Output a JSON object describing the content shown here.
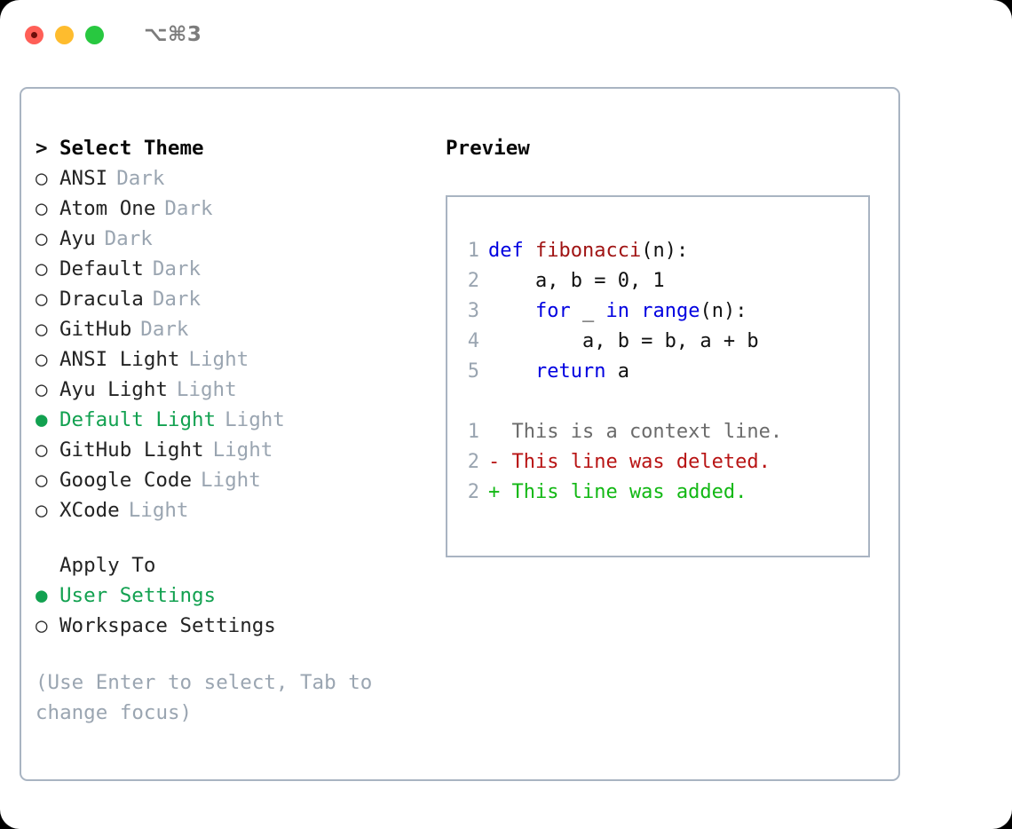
{
  "titlebar": {
    "shortcut": "⌥⌘3",
    "buttons": [
      {
        "name": "close",
        "color": "#ff5f57"
      },
      {
        "name": "minimize",
        "color": "#febc2e"
      },
      {
        "name": "maximize",
        "color": "#28c840"
      }
    ]
  },
  "left": {
    "header": {
      "caret": ">",
      "title": "Select Theme"
    },
    "themes": [
      {
        "bullet": "○",
        "name": "ANSI",
        "variant": "Dark",
        "selected": false
      },
      {
        "bullet": "○",
        "name": "Atom One",
        "variant": "Dark",
        "selected": false
      },
      {
        "bullet": "○",
        "name": "Ayu",
        "variant": "Dark",
        "selected": false
      },
      {
        "bullet": "○",
        "name": "Default",
        "variant": "Dark",
        "selected": false
      },
      {
        "bullet": "○",
        "name": "Dracula",
        "variant": "Dark",
        "selected": false
      },
      {
        "bullet": "○",
        "name": "GitHub",
        "variant": "Dark",
        "selected": false
      },
      {
        "bullet": "○",
        "name": "ANSI Light",
        "variant": "Light",
        "selected": false
      },
      {
        "bullet": "○",
        "name": "Ayu Light",
        "variant": "Light",
        "selected": false
      },
      {
        "bullet": "●",
        "name": "Default Light",
        "variant": "Light",
        "selected": true
      },
      {
        "bullet": "○",
        "name": "GitHub Light",
        "variant": "Light",
        "selected": false
      },
      {
        "bullet": "○",
        "name": "Google Code",
        "variant": "Light",
        "selected": false
      },
      {
        "bullet": "○",
        "name": "XCode",
        "variant": "Light",
        "selected": false
      }
    ],
    "apply_to": {
      "title": "Apply To",
      "options": [
        {
          "bullet": "●",
          "label": "User Settings",
          "selected": true
        },
        {
          "bullet": "○",
          "label": "Workspace Settings",
          "selected": false
        }
      ]
    },
    "hint": "(Use Enter to select, Tab to\nchange focus)"
  },
  "right": {
    "title": "Preview",
    "code_lines": [
      {
        "no": "1",
        "tokens": [
          {
            "t": "def ",
            "c": "kw"
          },
          {
            "t": "fibonacci",
            "c": "fn"
          },
          {
            "t": "(n):",
            "c": "plain"
          }
        ]
      },
      {
        "no": "2",
        "tokens": [
          {
            "t": "    a, b = 0, 1",
            "c": "plain"
          }
        ]
      },
      {
        "no": "3",
        "tokens": [
          {
            "t": "    ",
            "c": "plain"
          },
          {
            "t": "for",
            "c": "kw"
          },
          {
            "t": " _ ",
            "c": "plain"
          },
          {
            "t": "in",
            "c": "kw"
          },
          {
            "t": " ",
            "c": "plain"
          },
          {
            "t": "range",
            "c": "kw"
          },
          {
            "t": "(n):",
            "c": "plain"
          }
        ]
      },
      {
        "no": "4",
        "tokens": [
          {
            "t": "        a, b = b, a + b",
            "c": "plain"
          }
        ]
      },
      {
        "no": "5",
        "tokens": [
          {
            "t": "    ",
            "c": "plain"
          },
          {
            "t": "return",
            "c": "kw"
          },
          {
            "t": " a",
            "c": "plain"
          }
        ]
      }
    ],
    "diff_lines": [
      {
        "no": "1",
        "marker": " ",
        "text": "  This is a context line.",
        "kind": "ctx"
      },
      {
        "no": "2",
        "marker": "-",
        "text": "- This line was deleted.",
        "kind": "del"
      },
      {
        "no": "2",
        "marker": "+",
        "text": "+ This line was added.",
        "kind": "add"
      }
    ]
  },
  "colors": {
    "accent_green": "#12a150",
    "muted": "#9aa5b1",
    "border": "#a9b4c2",
    "keyword": "#0000e0",
    "function": "#a01414",
    "diff_add": "#12b814",
    "diff_del": "#b81414"
  }
}
